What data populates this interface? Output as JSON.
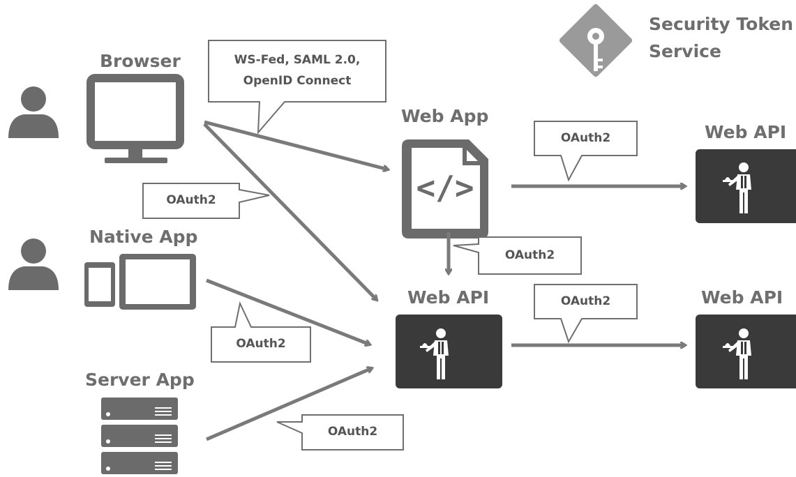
{
  "labels": {
    "browser": "Browser",
    "native_app": "Native App",
    "server_app": "Server App",
    "web_app": "Web App",
    "web_api_center": "Web API",
    "web_api_top_right": "Web API",
    "web_api_bottom_right": "Web API",
    "sts_line1": "Security Token",
    "sts_line2": "Service"
  },
  "bubbles": {
    "protocols_line1": "WS-Fed, SAML 2.0,",
    "protocols_line2": "OpenID Connect",
    "oauth_browser_api": "OAuth2",
    "oauth_native": "OAuth2",
    "oauth_server": "OAuth2",
    "oauth_webapp_api_right": "OAuth2",
    "oauth_webapp_api_down": "OAuth2",
    "oauth_api_api": "OAuth2"
  },
  "colors": {
    "icon_gray": "#6b6b6b",
    "dark_box": "#3a3a3a",
    "arrow": "#7a7a7a",
    "sts_diamond": "#9a9a9a"
  }
}
